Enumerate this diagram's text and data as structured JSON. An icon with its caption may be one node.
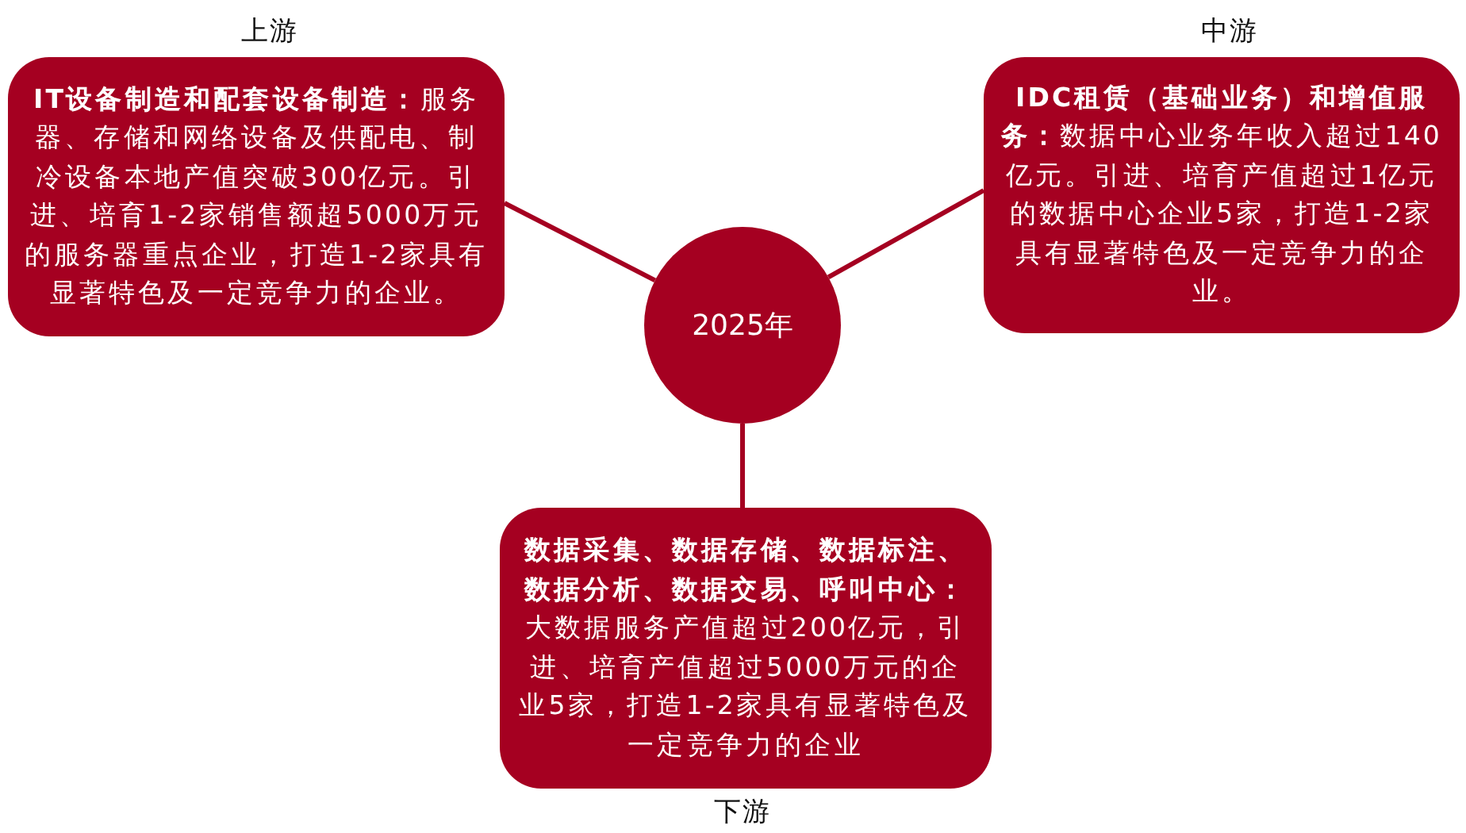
{
  "diagram": {
    "nodes": [
      {
        "text": [
          "2025年"
        ]
      },
      {
        "text": [
          "上游",
          "**IT设备制造和配套设备制造：**服务器、存储和网络设备及供配电、制冷设备本地产值突破300亿元。引进、培育1-2家销售额超5000万元的服务器重点企业，打造1-2家具有显著特色及一定竞争力的企业。"
        ]
      },
      {
        "text": [
          "中游",
          "**IDC租赁（基础业务）和增值服务：**数据中心业务年收入超过140亿元。引进、培育产值超过1亿元的数据中心企业5家，打造1-2家具有显著特色及一定竞争力的企业。"
        ]
      },
      {
        "text": [
          "**数据采集、数据存储、数据标注、数据分析、数据交易、呼叫中心：**大数据服务产值超过200亿元，引进、培育产值超过5000万元的企业5家，打造1-2家具有显著特色及一定竞争力的企业",
          "下游"
        ]
      }
    ],
    "edges": [
      {
        "from": 0,
        "to": 1,
        "arrow": "none"
      },
      {
        "from": 0,
        "to": 2,
        "arrow": "none"
      },
      {
        "from": 0,
        "to": 3,
        "arrow": "none"
      }
    ]
  }
}
